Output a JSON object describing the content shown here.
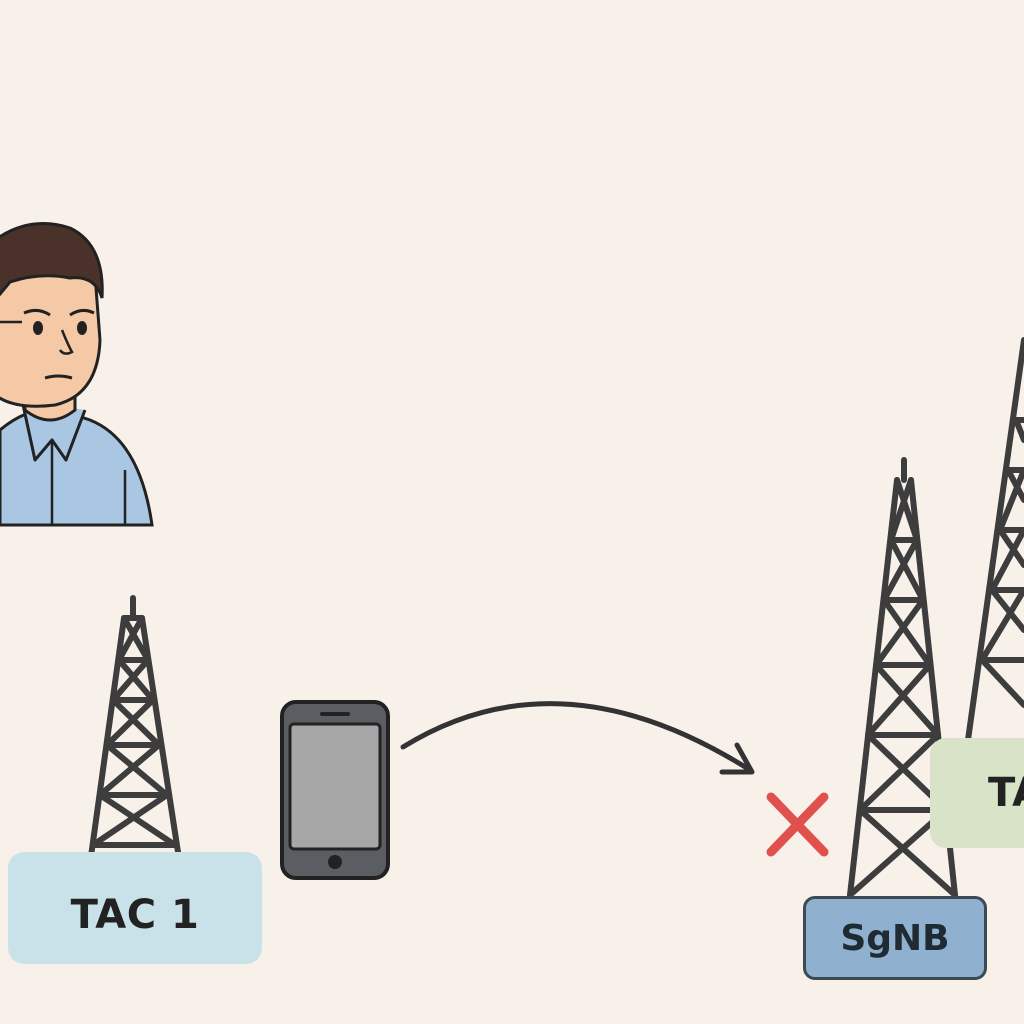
{
  "labels": {
    "tac1": "TAC 1",
    "tac2_partial": "TA",
    "sgnb": "SgNB"
  },
  "colors": {
    "background": "#f7f1ea",
    "tac1_fill": "#c9e2ea",
    "tac2_fill": "#d8e3c8",
    "sgnb_fill": "#8fb0cf",
    "tower_stroke": "#3d3d3d",
    "fail_mark": "#e0504c",
    "shirt": "#a9c6e2",
    "skin": "#f6c9a6",
    "hair": "#4a3129"
  },
  "icons": [
    "person-avatar",
    "cell-tower-icon",
    "smartphone-icon",
    "handover-arrow-icon",
    "failure-x-icon"
  ]
}
